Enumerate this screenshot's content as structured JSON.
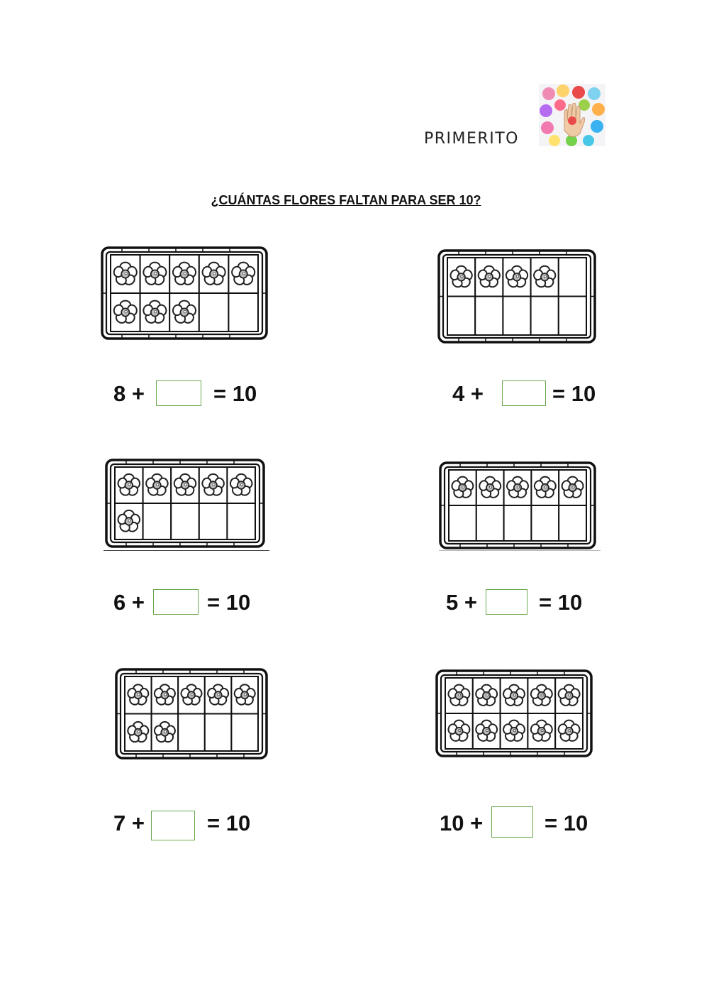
{
  "brand": {
    "name": "PRIMERITO",
    "logo_icon": "colorful-hearts-hand-icon"
  },
  "title": "¿CUÁNTAS FLORES FALTAN PARA SER 10?",
  "exercises": [
    {
      "flowers": 8,
      "total": 10,
      "lhs": "8 +",
      "rhs": "= 10"
    },
    {
      "flowers": 4,
      "total": 10,
      "lhs": "4 +",
      "rhs": "= 10"
    },
    {
      "flowers": 6,
      "total": 10,
      "lhs": "6 +",
      "rhs": "= 10"
    },
    {
      "flowers": 5,
      "total": 10,
      "lhs": "5 +",
      "rhs": "= 10"
    },
    {
      "flowers": 7,
      "total": 10,
      "lhs": "7 +",
      "rhs": "= 10"
    },
    {
      "flowers": 10,
      "total": 10,
      "lhs": "10 +",
      "rhs": "= 10"
    }
  ],
  "colors": {
    "answer_box_border": "#6aa84f"
  }
}
